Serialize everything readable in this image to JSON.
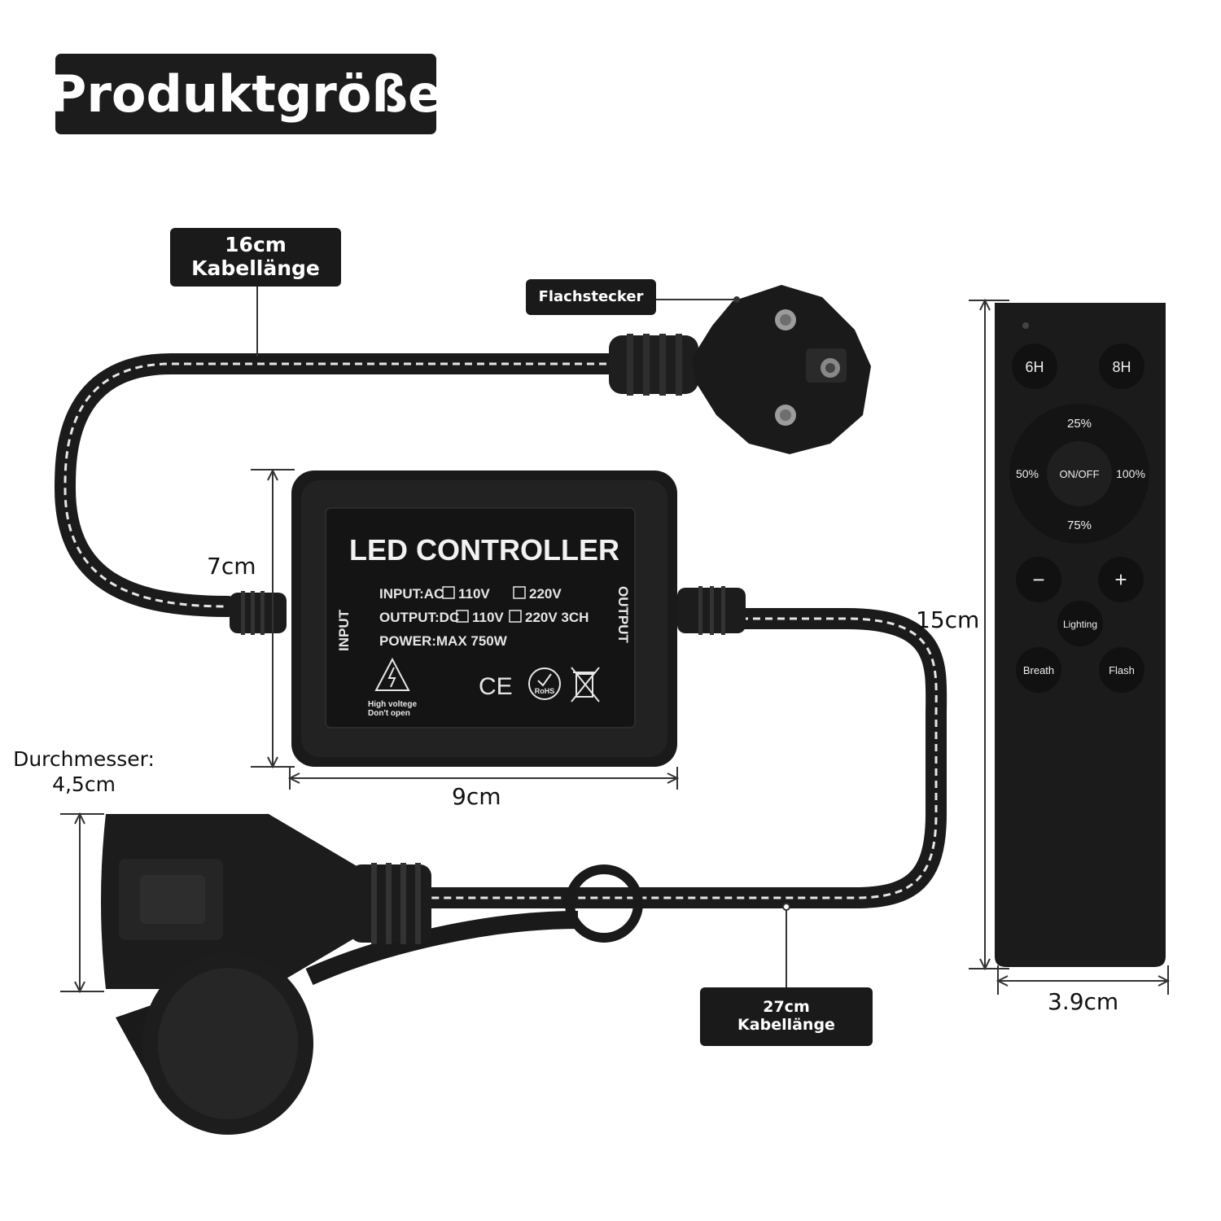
{
  "title": "Produktgröße",
  "callouts": {
    "cable_top_value": "16cm",
    "cable_top_label": "Kabellänge",
    "plug": "Flachstecker",
    "cable_bottom_value": "27cm",
    "cable_bottom_label": "Kabellänge"
  },
  "dimensions": {
    "controller_height": "7cm",
    "controller_width": "9cm",
    "diameter_label": "Durchmesser:",
    "diameter_value": "4,5cm",
    "remote_height": "15cm",
    "remote_width": "3.9cm"
  },
  "controller_label": {
    "title": "LED CONTROLLER",
    "input_line": "INPUT:AC",
    "input_opt1": "110V",
    "input_opt2": "220V",
    "output_line": "OUTPUT:DC",
    "output_opt1": "110V",
    "output_opt2": "220V 3CH",
    "power_line": "POWER:MAX 750W",
    "side_left": "INPUT",
    "side_right": "OUTPUT",
    "warning_1": "High voltege",
    "warning_2": "Don't open",
    "ce": "CE",
    "rohs": "RoHS"
  },
  "remote": {
    "btn_6h": "6H",
    "btn_8h": "8H",
    "btn_25": "25%",
    "btn_50": "50%",
    "btn_onoff": "ON/OFF",
    "btn_100": "100%",
    "btn_75": "75%",
    "btn_minus": "−",
    "btn_plus": "+",
    "btn_lighting": "Lighting",
    "btn_breath": "Breath",
    "btn_flash": "Flash"
  }
}
